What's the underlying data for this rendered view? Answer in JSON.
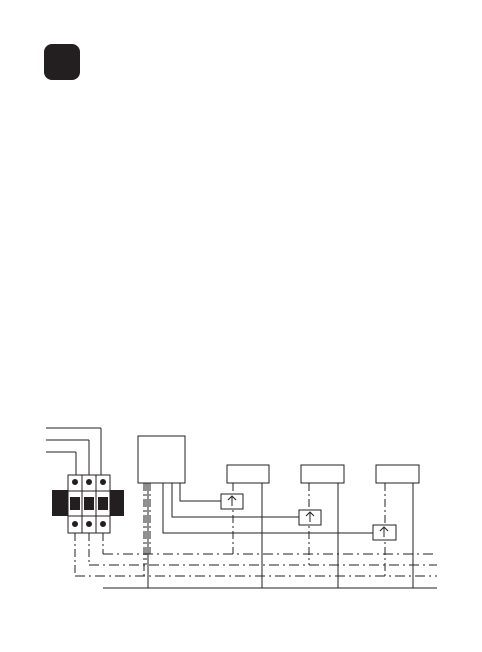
{
  "colors": {
    "ink": "#231f20",
    "background": "#ffffff"
  },
  "icons": {
    "corner_badge": "square-badge-icon",
    "breaker_contact": "dot-icon",
    "relay": "arrow-up-icon"
  },
  "diagram": {
    "supply_phases": 3,
    "breaker_poles": 3,
    "control_box_count": 1,
    "load_boxes": 3,
    "relays": 3,
    "dashed_bus_lines": 3,
    "solid_bus_lines": 1
  }
}
